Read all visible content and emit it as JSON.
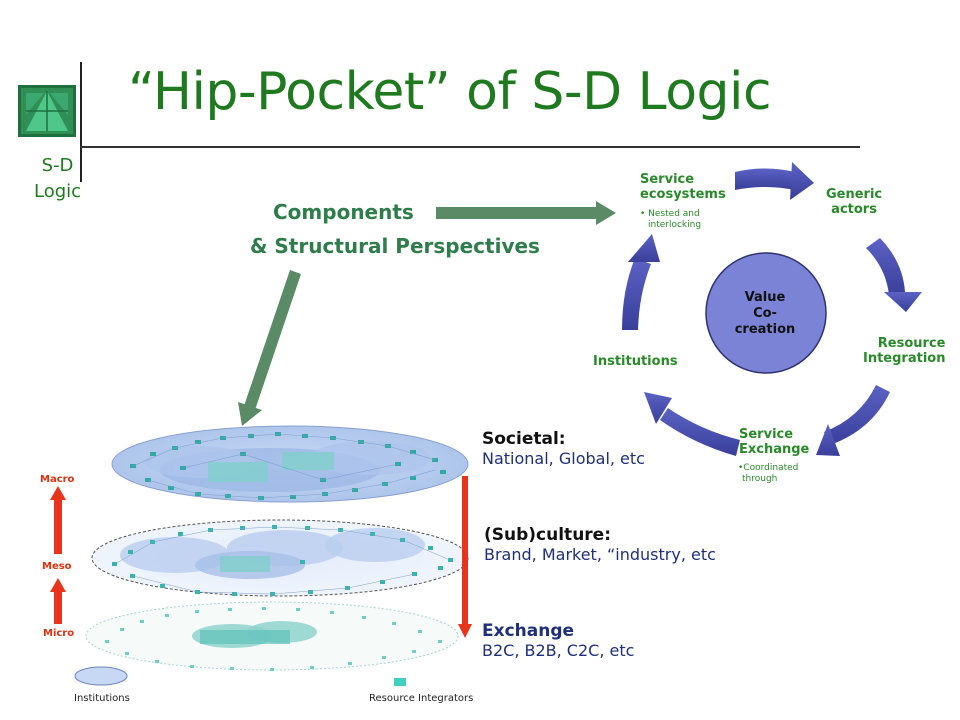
{
  "slide": {
    "title": "“Hip-Pocket” of S-D Logic",
    "section_line1": "S-D",
    "section_line2": "Logic"
  },
  "components": {
    "line1": "Components",
    "line2": "& Structural  Perspectives"
  },
  "cycle": {
    "center_line1": "Value",
    "center_line2": "Co-",
    "center_line3": "creation",
    "ecosystems_line1": "Service",
    "ecosystems_line2": "ecosystems",
    "ecosystems_note_line1": "• Nested and",
    "ecosystems_note_line2": "interlocking",
    "actors_line1": "Generic",
    "actors_line2": "actors",
    "integration_line1": "Resource",
    "integration_line2": "Integration",
    "exchange_line1": "Service",
    "exchange_line2": "Exchange",
    "exchange_note_line1": "•Coordinated",
    "exchange_note_line2": "through",
    "institutions": "Institutions"
  },
  "levels": {
    "societal_head": "Societal:",
    "societal_sub": "National, Global, etc",
    "subculture_head": "(Sub)culture:",
    "subculture_sub": "Brand, Market, “industry, etc",
    "exchange_head": "Exchange",
    "exchange_sub": "B2C, B2B, C2C, etc"
  },
  "scale": {
    "macro": "Macro",
    "meso": "Meso",
    "micro": "Micro"
  },
  "legend": {
    "institutions": "Institutions",
    "resource_integrators": "Resource Integrators"
  },
  "colors": {
    "title_green": "#1f7a1f",
    "arrow_green": "#5a8a66",
    "cycle_arrow_blue": "#4a50b0",
    "center_circle": "#7b83d6",
    "scale_red": "#e8341c",
    "layer_blue": "#b8cdee",
    "node_teal": "#3fb8b0"
  }
}
